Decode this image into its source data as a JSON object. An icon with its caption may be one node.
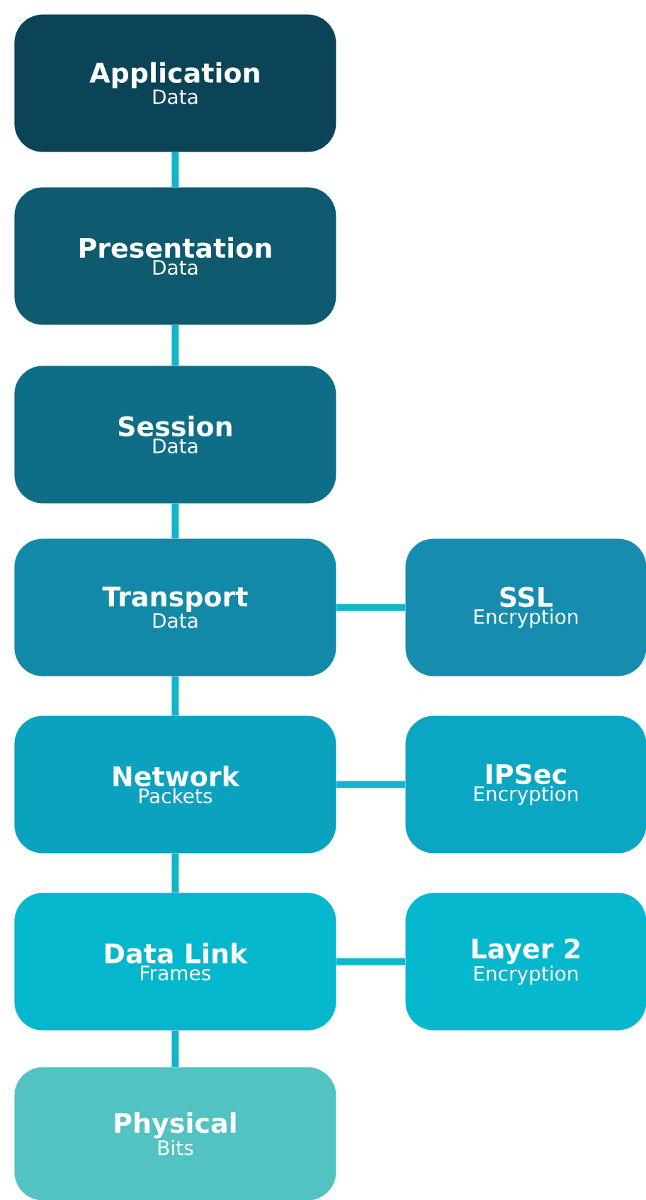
{
  "diagram": {
    "nodes": [
      {
        "text": [
          "Application",
          "Data"
        ]
      },
      {
        "text": [
          "Presentation",
          "Data"
        ]
      },
      {
        "text": [
          "Session",
          "Data"
        ]
      },
      {
        "text": [
          "Transport",
          "Data"
        ]
      },
      {
        "text": [
          "Network",
          "Packets"
        ]
      },
      {
        "text": [
          "Data Link",
          "Frames"
        ]
      },
      {
        "text": [
          "Physical",
          "Bits"
        ]
      },
      {
        "text": [
          "SSL",
          "Encryption"
        ]
      },
      {
        "text": [
          "IPSec",
          "Encryption"
        ]
      },
      {
        "text": [
          "Layer 2",
          "Encryption"
        ]
      }
    ],
    "edges": [
      {
        "from": 0,
        "to": 1,
        "arrow": "none"
      },
      {
        "from": 1,
        "to": 2,
        "arrow": "none"
      },
      {
        "from": 2,
        "to": 3,
        "arrow": "none"
      },
      {
        "from": 3,
        "to": 4,
        "arrow": "none"
      },
      {
        "from": 4,
        "to": 5,
        "arrow": "none"
      },
      {
        "from": 5,
        "to": 6,
        "arrow": "none"
      },
      {
        "from": 3,
        "to": 7,
        "arrow": "none"
      },
      {
        "from": 4,
        "to": 8,
        "arrow": "none"
      },
      {
        "from": 5,
        "to": 9,
        "arrow": "none"
      }
    ]
  }
}
